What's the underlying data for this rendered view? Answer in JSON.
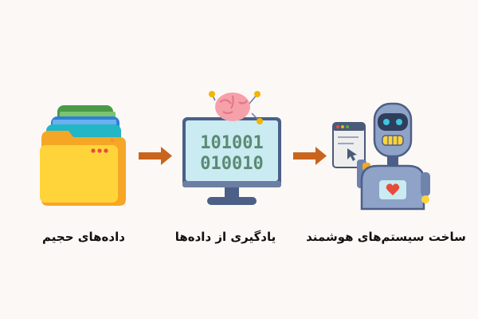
{
  "colors": {
    "background": "#fcf8f5",
    "arrow": "#c8641c",
    "screen": "#c9ebf1",
    "monitor": "#4c5f86",
    "binary": "#5c8a73",
    "brain": "#f6a0aa",
    "folder_front": "#ffd43b",
    "robot_body": "#8fa2c7"
  },
  "steps": [
    {
      "label": "داده‌های حجیم",
      "icon": "folders-icon"
    },
    {
      "label": "یادگیری از داده‌ها",
      "icon": "monitor-brain-icon",
      "binary_line1": "101001",
      "binary_line2": "010010"
    },
    {
      "label": "ساخت سیستم‌های هوشمند",
      "icon": "robot-icon"
    }
  ]
}
